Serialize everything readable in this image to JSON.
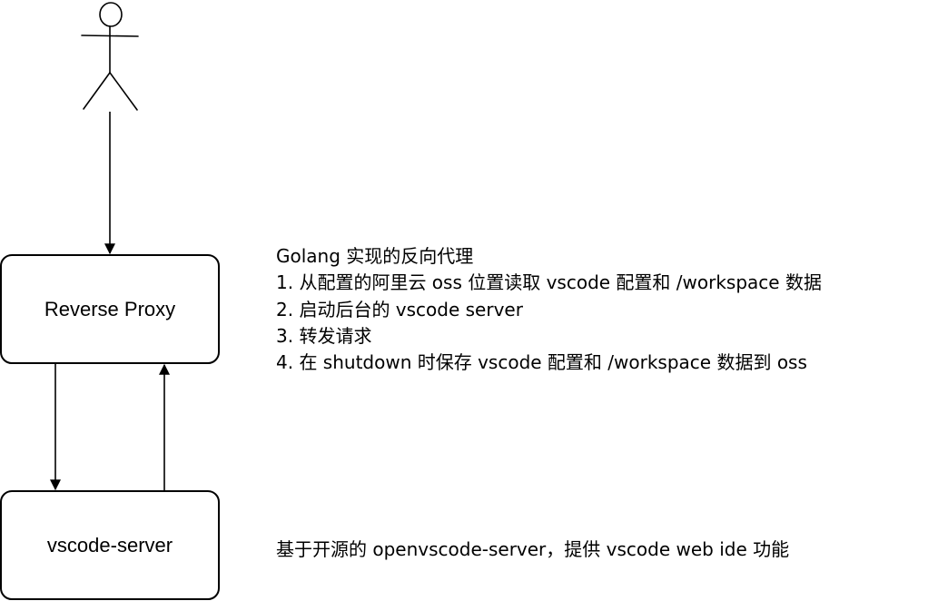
{
  "diagram": {
    "nodes": {
      "user": {
        "icon": "stick-figure-icon"
      },
      "proxy": {
        "label": "Reverse Proxy"
      },
      "server": {
        "label": "vscode-server"
      }
    },
    "notes": {
      "proxy": [
        "Golang 实现的反向代理",
        "1. 从配置的阿里云 oss 位置读取 vscode 配置和 /workspace 数据",
        "2. 启动后台的 vscode server",
        "3. 转发请求",
        "4. 在 shutdown 时保存 vscode 配置和 /workspace 数据到 oss"
      ],
      "server": "基于开源的 openvscode-server，提供 vscode web ide 功能"
    }
  }
}
